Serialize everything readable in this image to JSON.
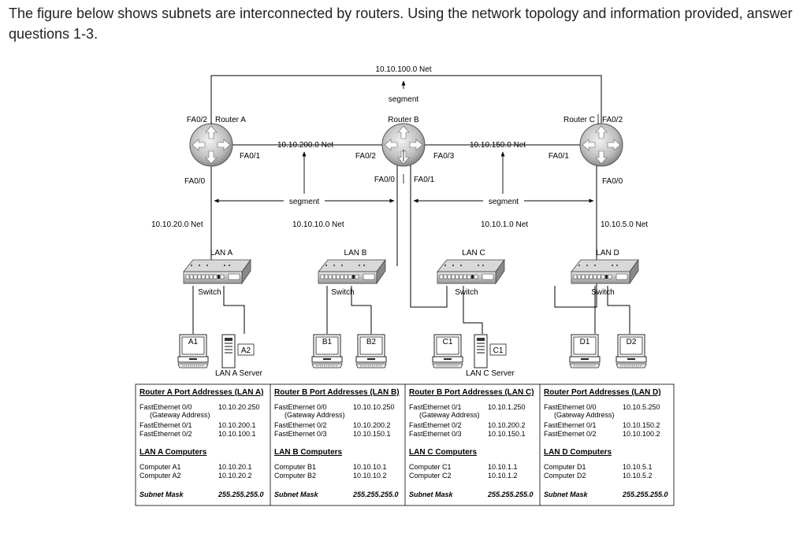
{
  "intro": "The figure below shows subnets are interconnected by routers. Using the network topology and information provided, answer questions 1-3.",
  "diagram": {
    "nets": {
      "n100": "10.10.100.0 Net",
      "n200": "10.10.200.0 Net",
      "n150": "10.10.150.0 Net",
      "n20": "10.10.20.0 Net",
      "n10": "10.10.10.0 Net",
      "n1": "10.10.1.0 Net",
      "n5": "10.10.5.0 Net"
    },
    "segment": "segment",
    "routers": {
      "a": {
        "name": "Router A",
        "p_top": "FA0/2",
        "p_right": "FA0/1",
        "p_bottom": "FA0/0"
      },
      "b": {
        "name": "Router B",
        "p_left": "FA0/2",
        "p_right": "FA0/3",
        "p_bl": "FA0/0",
        "p_br": "FA0/1"
      },
      "c": {
        "name": "Router C",
        "p_top": "FA0/2",
        "p_left": "FA0/1",
        "p_bottom": "FA0/0"
      }
    },
    "lans": [
      "LAN A",
      "LAN B",
      "LAN C",
      "LAN D"
    ],
    "switch": "Switch",
    "computers": {
      "a1": "A1",
      "a2": "A2",
      "b1": "B1",
      "b2": "B2",
      "c1": "C1",
      "c1s": "C1",
      "d1": "D1",
      "d2": "D2"
    },
    "servers": {
      "a": "LAN A Server",
      "c": "LAN C Server"
    }
  },
  "tables": [
    {
      "title": "Router A Port Addresses (LAN A)",
      "ports": [
        [
          "FastEthernet 0/0",
          "10.10.20.250"
        ],
        [
          "(Gateway Address)",
          ""
        ],
        [
          "FastEthernet 0/1",
          "10.10.200.1"
        ],
        [
          "FastEthernet 0/2",
          "10.10.100.1"
        ]
      ],
      "comp_title": "LAN A Computers",
      "computers": [
        [
          "Computer A1",
          "10.10.20.1"
        ],
        [
          "Computer A2",
          "10.10.20.2"
        ]
      ],
      "mask_label": "Subnet Mask",
      "mask": "255.255.255.0"
    },
    {
      "title": "Router B Port Addresses (LAN B)",
      "ports": [
        [
          "FastEthernet 0/0",
          "10.10.10.250"
        ],
        [
          "(Gateway Address)",
          ""
        ],
        [
          "FastEthernet 0/2",
          "10.10.200.2"
        ],
        [
          "FastEthernet 0/3",
          "10.10.150.1"
        ]
      ],
      "comp_title": "LAN B Computers",
      "computers": [
        [
          "Computer B1",
          "10.10.10.1"
        ],
        [
          "Computer B2",
          "10.10.10.2"
        ]
      ],
      "mask_label": "Subnet Mask",
      "mask": "255.255.255.0"
    },
    {
      "title": "Router B Port Addresses (LAN C)",
      "ports": [
        [
          "FastEthernet 0/1",
          "10.10.1.250"
        ],
        [
          "(Gateway Address)",
          ""
        ],
        [
          "FastEthernet 0/2",
          "10.10.200.2"
        ],
        [
          "FastEthernet 0/3",
          "10.10.150.1"
        ]
      ],
      "comp_title": "LAN C Computers",
      "computers": [
        [
          "Computer C1",
          "10.10.1.1"
        ],
        [
          "Computer C2",
          "10.10.1.2"
        ]
      ],
      "mask_label": "Subnet Mask",
      "mask": "255.255.255.0"
    },
    {
      "title": "Router Port Addresses (LAN D)",
      "ports": [
        [
          "FastEthernet 0/0",
          "10.10.5.250"
        ],
        [
          "(Gateway Address)",
          ""
        ],
        [
          "FastEthernet 0/1",
          "10.10.150.2"
        ],
        [
          "FastEthernet 0/2",
          "10.10.100.2"
        ]
      ],
      "comp_title": "LAN D Computers",
      "computers": [
        [
          "Computer D1",
          "10.10.5.1"
        ],
        [
          "Computer D2",
          "10.10.5.2"
        ]
      ],
      "mask_label": "Subnet Mask",
      "mask": "255.255.255.0"
    }
  ]
}
